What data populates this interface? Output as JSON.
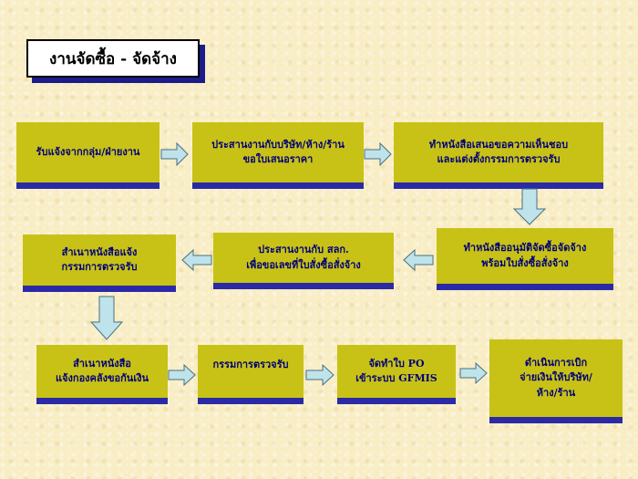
{
  "title": "งานจัดซื้อ - จัดจ้าง",
  "steps": [
    {
      "lines": [
        "รับแจ้งจากกลุ่ม/ฝ่ายงาน"
      ]
    },
    {
      "lines": [
        "ประสานงานกับบริษัท/ห้าง/ร้าน",
        "ขอใบเสนอราคา"
      ]
    },
    {
      "lines": [
        "ทำหนังสือเสนอขอความเห็นชอบ",
        "และแต่งตั้งกรรมการตรวจรับ"
      ]
    },
    {
      "lines": [
        "ทำหนังสืออนุมัติจัดซื้อจัดจ้าง",
        "พร้อมใบสั่งซื้อสั่งจ้าง"
      ]
    },
    {
      "lines": [
        "ประสานงานกับ สลก.",
        "เพื่อขอเลขที่ใบสั่งซื้อสั่งจ้าง"
      ]
    },
    {
      "lines": [
        "สำเนาหนังสือแจ้ง",
        "กรรมการตรวจรับ"
      ]
    },
    {
      "lines": [
        "สำเนาหนังสือ",
        "แจ้งกองคลังขอกันเงิน"
      ]
    },
    {
      "lines": [
        "กรรมการตรวจรับ"
      ]
    },
    {
      "lines": [
        "จัดทำใบ PO",
        "เข้าระบบ GFMIS"
      ]
    },
    {
      "lines": [
        "ดำเนินการเบิก",
        "จ่ายเงินให้บริษัท/",
        "ห้าง/ร้าน"
      ]
    }
  ]
}
